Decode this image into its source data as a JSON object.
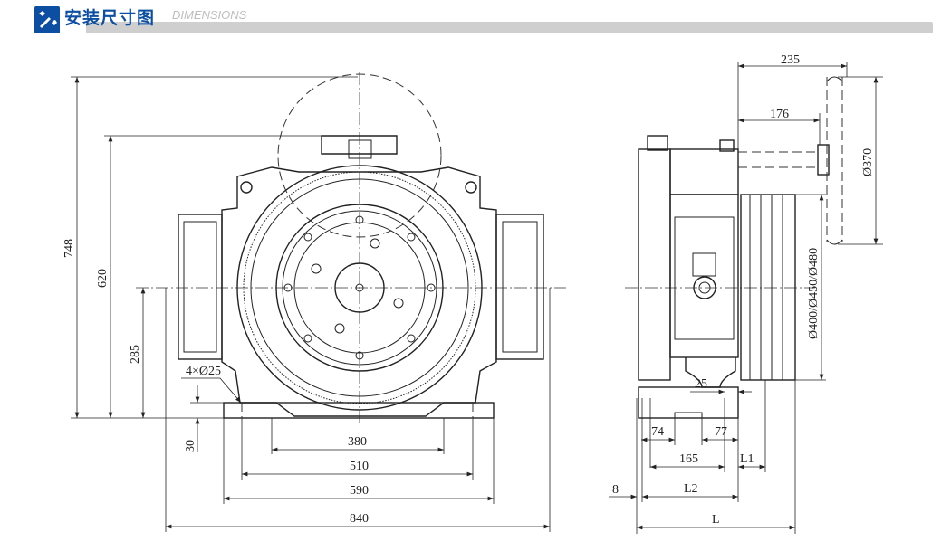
{
  "header": {
    "title": "安装尺寸图",
    "subtitle": "DIMENSIONS",
    "icon": "wrench-screwdriver-icon",
    "accent": "#0b4ea2"
  },
  "front_view": {
    "dims": {
      "h748": "748",
      "h620": "620",
      "h285": "285",
      "h30": "30",
      "holes": "4×Ø25",
      "w380": "380",
      "w510": "510",
      "w590": "590",
      "w840": "840"
    }
  },
  "side_view": {
    "dims": {
      "w235": "235",
      "w176": "176",
      "d370": "Ø370",
      "sheave": "Ø400/Ø450/Ø480",
      "w25": "25",
      "w74": "74",
      "w77": "77",
      "w165": "165",
      "L1": "L1",
      "L2": "L2",
      "L": "L",
      "w8": "8"
    }
  }
}
